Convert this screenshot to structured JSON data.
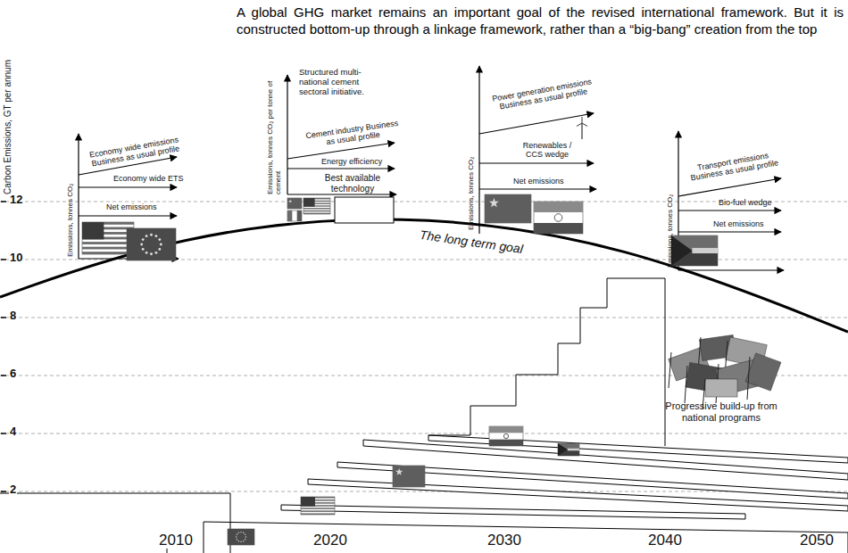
{
  "diagram": {
    "title": "A global GHG market remains an important goal of the revised international framework. But it is constructed bottom-up through a linkage framework, rather than a “big-bang” creation from the top",
    "labels": [
      "Carbon Emissions, GT per annum",
      "12",
      "10",
      "8",
      "6",
      "4",
      "2",
      "2010",
      "2020",
      "2030",
      "2040",
      "2050",
      "The long term goal",
      "Progressive build-up from national programs",
      "Emissions, tonnes CO₂",
      "Economy wide emissions Business as usual profile",
      "Economy wide ETS",
      "Net emissions",
      "Emissions, tonnes CO₂ per tonne of cement",
      "Structured multi-national cement sectoral initiative.",
      "Cement industry Business as usual profile",
      "Energy efficiency",
      "Best available technology",
      "Emissions, tonnes CO₂",
      "Power generation emissions Business as usual profile",
      "Renewables / CCS wedge",
      "Net emissions",
      "Emissions, tonnes CO₂",
      "Transport emissions Business as usual profile",
      "Bio-fuel wedge",
      "Net emissions"
    ]
  }
}
